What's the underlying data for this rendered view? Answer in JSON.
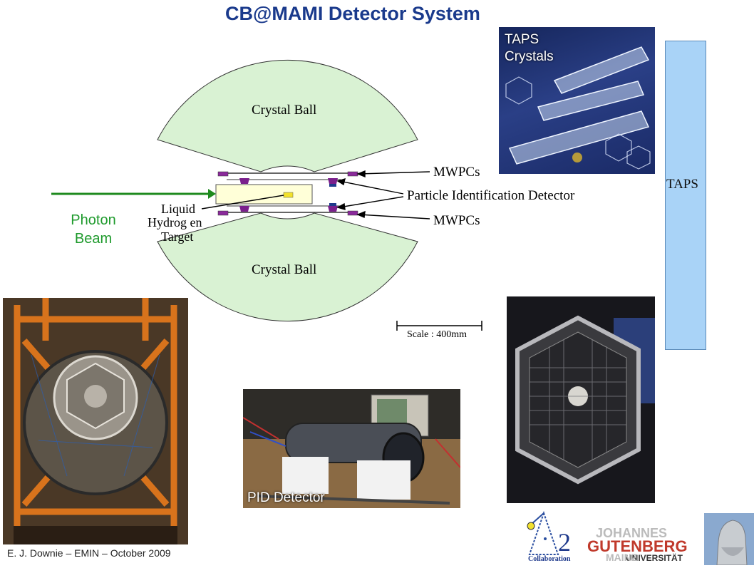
{
  "title": "CB@MAMI Detector System",
  "labels": {
    "crystal_ball_top": "Crystal Ball",
    "crystal_ball_bottom": "Crystal Ball",
    "mwpcs_top": "MWPCs",
    "mwpcs_bottom": "MWPCs",
    "pid": "Particle Identification Detector",
    "target_line1": "Liquid",
    "target_line2": "Hydrog en",
    "target_line3": "Target",
    "photon_line1": "Photon",
    "photon_line2": "Beam",
    "scale": "Scale : 400mm",
    "taps": "TAPS"
  },
  "photos": {
    "taps_crystals_line1": "TAPS",
    "taps_crystals_line2": "Crystals",
    "pid_detector": "PID Detector"
  },
  "logos": {
    "collaboration_number": "2",
    "collaboration_text": "Collaboration",
    "university_line1": "JOHANNES",
    "university_line2": "GUTENBERG",
    "university_line3": "UNIVERSITÄT",
    "university_line4": "MAINZ"
  },
  "footer": "E. J. Downie – EMIN – October 2009"
}
